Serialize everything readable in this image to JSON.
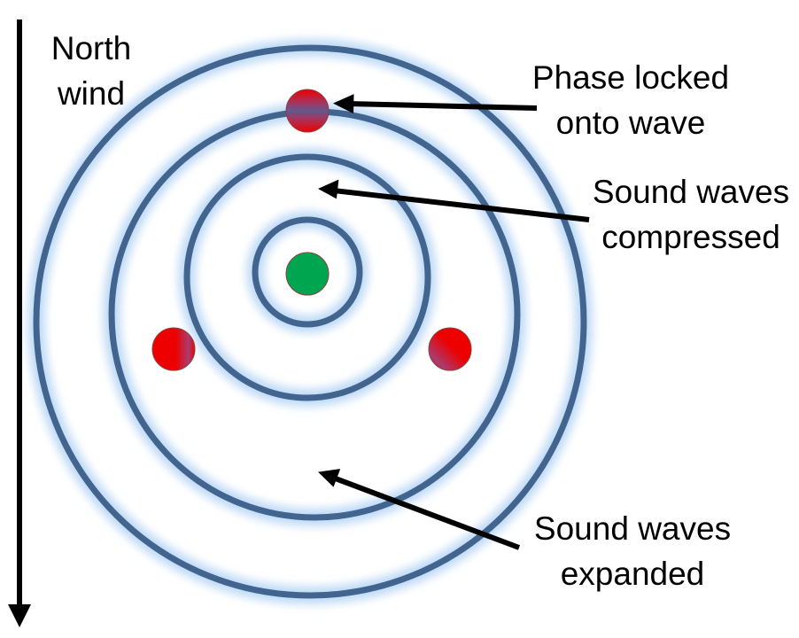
{
  "labels": {
    "north_wind": [
      "North",
      "wind"
    ],
    "phase_locked": [
      "Phase locked",
      "onto wave"
    ],
    "compressed": [
      "Sound waves",
      "compressed"
    ],
    "expanded": [
      "Sound waves",
      "expanded"
    ]
  },
  "colors": {
    "ring_stroke": "#41658f",
    "ring_glow": "#bcd8f6",
    "source_fill": "#00a550",
    "receiver_fill": "#ee0000",
    "receiver_blend": "#7b4a84",
    "arrow": "#000000",
    "text": "#000000"
  },
  "icons": {
    "wind_arrow": "down-arrow-icon",
    "source": "green-circle-icon",
    "receiver": "red-circle-icon"
  }
}
